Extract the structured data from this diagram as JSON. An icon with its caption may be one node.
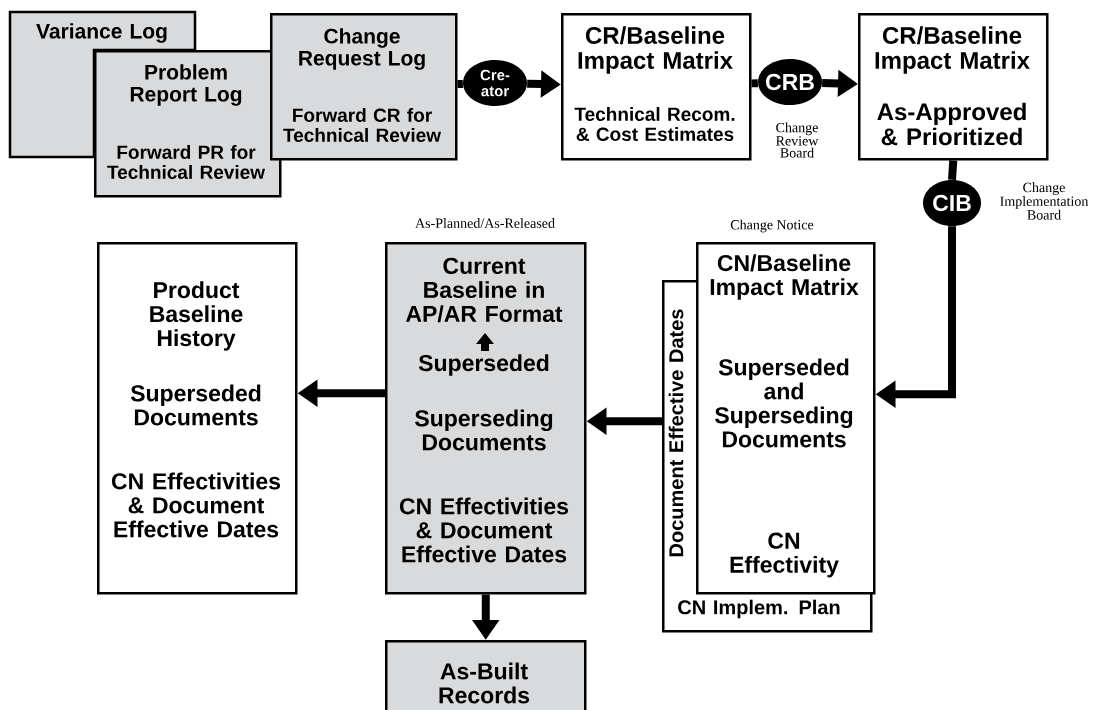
{
  "diagram": {
    "nodes": [
      {
        "text": [
          "Variance Log"
        ]
      },
      {
        "text": [
          "Problem Report Log",
          "Forward PR for Technical Review"
        ]
      },
      {
        "text": [
          "Change Request Log",
          "Forward CR for Technical Review"
        ]
      },
      {
        "text": [
          "Cre- ator"
        ]
      },
      {
        "text": [
          "CR/Baseline Impact Matrix",
          "Technical Recom. & Cost Estimates"
        ]
      },
      {
        "text": [
          "CRB"
        ],
        "beside": [
          "Change Review Board"
        ]
      },
      {
        "text": [
          "CR/Baseline Impact Matrix",
          "As-Approved & Prioritized"
        ]
      },
      {
        "text": [
          "CIB"
        ],
        "beside": [
          "Change Implementation Board"
        ]
      },
      {
        "text": [
          "Document Effective Dates",
          "CN Implem. Plan"
        ]
      },
      {
        "text": [
          "CN/Baseline Impact Matrix",
          "Superseded and Superseding Documents",
          "CN Effectivity"
        ],
        "beside": [
          "Change Notice"
        ]
      },
      {
        "text": [
          "Current Baseline in AP/AR Format",
          "Superseded",
          "Superseding Documents",
          "CN Effectivities & Document Effective Dates"
        ],
        "beside": [
          "As-Planned/As-Released"
        ]
      },
      {
        "text": [
          "Product Baseline History",
          "Superseded Documents",
          "CN Effectivities & Document Effective Dates"
        ]
      },
      {
        "text": [
          "As-Built Records"
        ]
      }
    ],
    "edges": [
      {
        "from": 2,
        "to": 3,
        "arrow": "none"
      },
      {
        "from": 3,
        "to": 4,
        "arrow": "to"
      },
      {
        "from": 4,
        "to": 5,
        "arrow": "none"
      },
      {
        "from": 5,
        "to": 6,
        "arrow": "to"
      },
      {
        "from": 6,
        "to": 7,
        "arrow": "none"
      },
      {
        "from": 7,
        "to": 9,
        "arrow": "to"
      },
      {
        "from": 8,
        "to": 10,
        "arrow": "to"
      },
      {
        "from": 10,
        "to": 11,
        "arrow": "to"
      },
      {
        "from": 10,
        "to": 12,
        "arrow": "to"
      }
    ]
  }
}
